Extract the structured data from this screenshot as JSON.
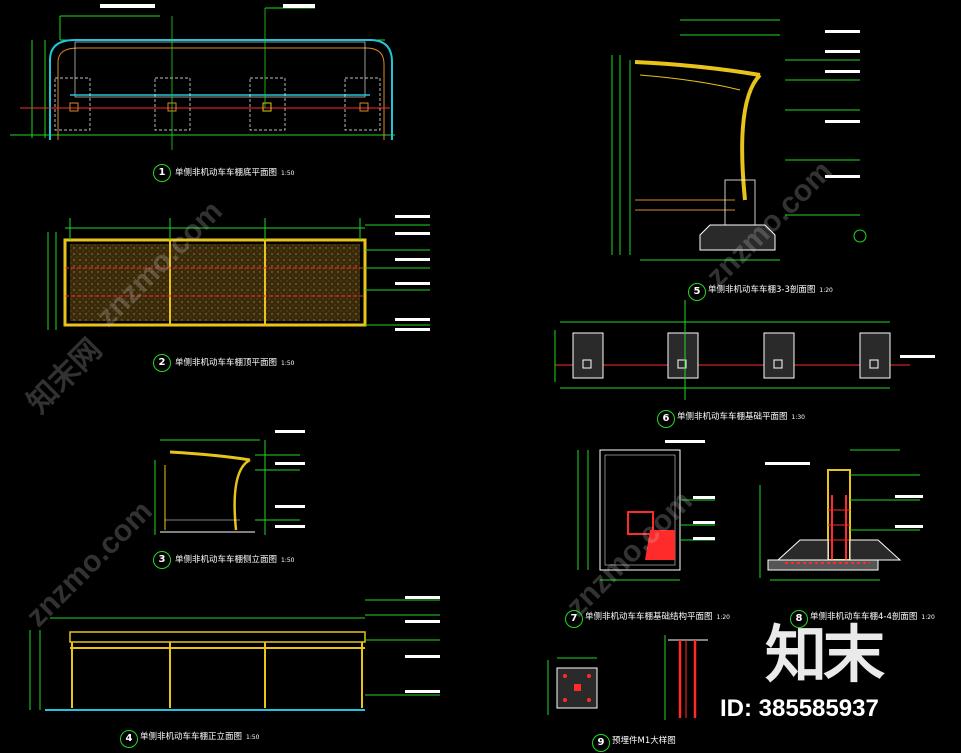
{
  "drawings": [
    {
      "num": "1",
      "title": "单侧非机动车车棚底平面图",
      "scale": "1:50"
    },
    {
      "num": "2",
      "title": "单侧非机动车车棚顶平面图",
      "scale": "1:50"
    },
    {
      "num": "3",
      "title": "单侧非机动车车棚侧立面图",
      "scale": "1:50"
    },
    {
      "num": "4",
      "title": "单侧非机动车车棚正立面图",
      "scale": "1:50"
    },
    {
      "num": "5",
      "title": "单侧非机动车车棚3-3剖面图",
      "scale": "1:20"
    },
    {
      "num": "6",
      "title": "单侧非机动车车棚基础平面图",
      "scale": "1:30"
    },
    {
      "num": "7",
      "title": "单侧非机动车车棚基础结构平面图",
      "scale": "1:20"
    },
    {
      "num": "8",
      "title": "单侧非机动车车棚4-4剖面图",
      "scale": "1:20"
    },
    {
      "num": "9",
      "title": "预埋件M1大样图",
      "scale": ""
    }
  ],
  "logo": "知末",
  "id_text": "ID: 385585937",
  "watermark": "znzmo.com",
  "watermark_cn": "知末网",
  "colors": {
    "bg": "#000000",
    "green": "#21d921",
    "cyan": "#22c4dc",
    "yellow": "#e8c31a",
    "red": "#ff2a2a",
    "white": "#ffffff",
    "orange": "#d98a2a"
  }
}
